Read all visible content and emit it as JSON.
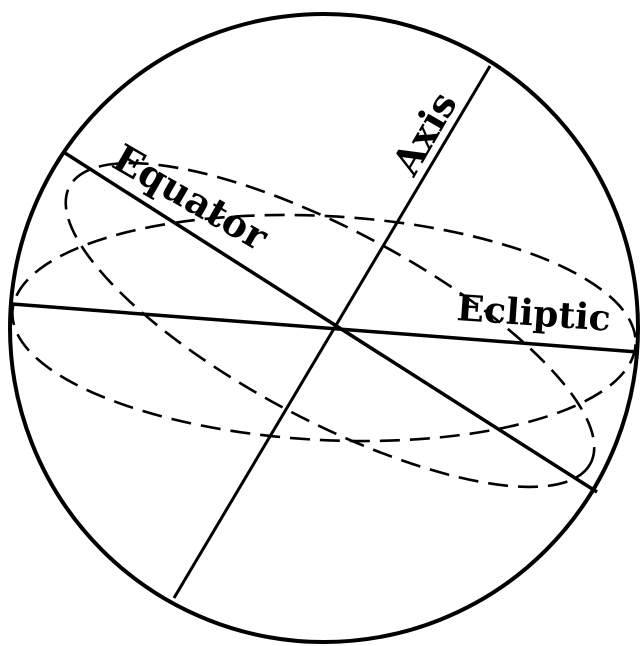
{
  "labels": {
    "equator": "Equator",
    "axis": "Axis",
    "ecliptic": "Ecliptic"
  },
  "colors": {
    "ink": "#000000",
    "paper": "#ffffff"
  }
}
